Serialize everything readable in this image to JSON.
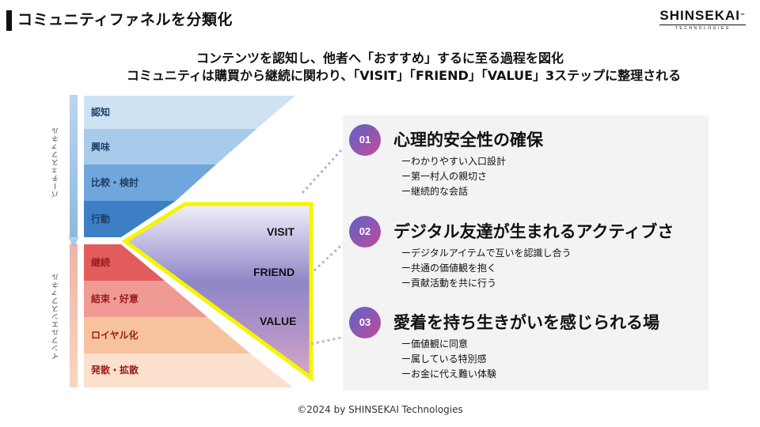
{
  "header": {
    "title": "コミュニティファネルを分類化"
  },
  "logo": {
    "main": "SHINSEKAI",
    "tm": "™",
    "sub": "TECHNOLOGIES"
  },
  "headline": {
    "line1": "コンテンツを認知し、他者へ「おすすめ」するに至る過程を図化",
    "line2": "コミュニティは購買から継続に関わり、「VISIT」「FRIEND」「VALUE」3ステップに整理される"
  },
  "purchase_funnel": {
    "label": "パーチェスファネル",
    "stages": [
      "認知",
      "興味",
      "比較・検討",
      "行動"
    ],
    "colors": [
      "#cfe2f4",
      "#a9cbeb",
      "#6fa6db",
      "#3c7fc4"
    ],
    "text_color": "#1f3f6a"
  },
  "influence_funnel": {
    "label": "インフルエンスファネル",
    "stages": [
      "継続",
      "結束・好意",
      "ロイヤル化",
      "発散・拡散"
    ],
    "colors": [
      "#e25c5c",
      "#ef9a93",
      "#f7c39f",
      "#fbe0cd"
    ],
    "text_color": "#9b1c1c"
  },
  "community_funnel": {
    "steps": [
      "VISIT",
      "FRIEND",
      "VALUE"
    ],
    "border_color": "#f5f500"
  },
  "items": [
    {
      "num": "01",
      "title": "心理的安全性の確保",
      "bullets": [
        "ーわかりやすい入口設計",
        "ー第一村人の親切さ",
        "ー継続的な会話"
      ]
    },
    {
      "num": "02",
      "title": "デジタル友達が生まれるアクティブさ",
      "bullets": [
        "ーデジタルアイテムで互いを認識し合う",
        "ー共通の価値観を抱く",
        "ー貢献活動を共に行う"
      ]
    },
    {
      "num": "03",
      "title": "愛着を持ち生きがいを感じられる場",
      "bullets": [
        "ー価値観に同意",
        "ー属している特別感",
        "ーお金に代え難い体験"
      ]
    }
  ],
  "badge_gradient": [
    "#5b63c9",
    "#c24a9a"
  ],
  "footer": "©2024 by SHINSEKAI Technologies"
}
